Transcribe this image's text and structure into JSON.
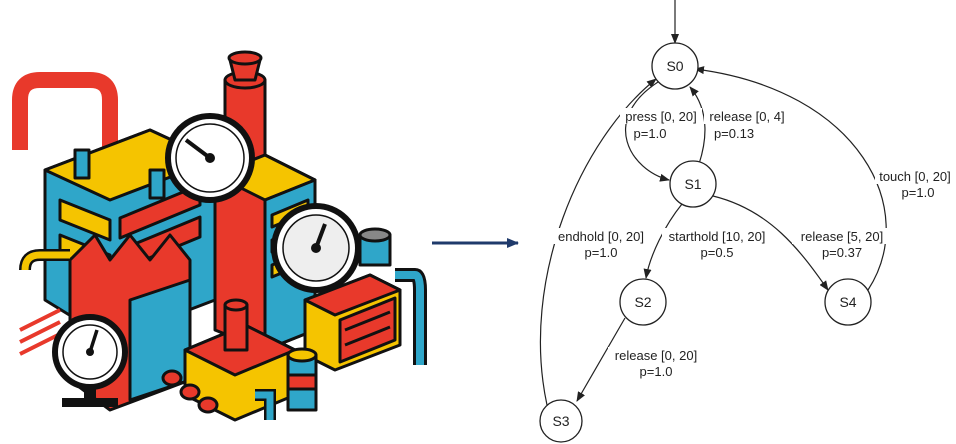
{
  "diagram": {
    "nodes": [
      {
        "id": "S0",
        "label": "S0"
      },
      {
        "id": "S1",
        "label": "S1"
      },
      {
        "id": "S2",
        "label": "S2"
      },
      {
        "id": "S3",
        "label": "S3"
      },
      {
        "id": "S4",
        "label": "S4"
      }
    ],
    "edges": [
      {
        "from": "S0",
        "to": "S1",
        "label": "press [0, 20]",
        "prob": "p=1.0"
      },
      {
        "from": "S1",
        "to": "S0",
        "label": "release [0, 4]",
        "prob": "p=0.13"
      },
      {
        "from": "S1",
        "to": "S2",
        "label": "starthold [10, 20]",
        "prob": "p=0.5"
      },
      {
        "from": "S1",
        "to": "S4",
        "label": "release [5, 20]",
        "prob": "p=0.37"
      },
      {
        "from": "S4",
        "to": "S0",
        "label": "touch [0, 20]",
        "prob": "p=1.0"
      },
      {
        "from": "S2",
        "to": "S3",
        "label": "release [0, 20]",
        "prob": "p=1.0"
      },
      {
        "from": "S3",
        "to": "S0",
        "label": "endhold [0, 20]",
        "prob": "p=1.0"
      }
    ]
  },
  "colors": {
    "red": "#e8392b",
    "blue": "#2fa6c9",
    "yellow": "#f5c400",
    "outline": "#111111",
    "arrow": "#1f3a6b"
  },
  "icons": [
    "factory-illustration",
    "pressure-gauge-icon",
    "right-arrow-icon"
  ]
}
